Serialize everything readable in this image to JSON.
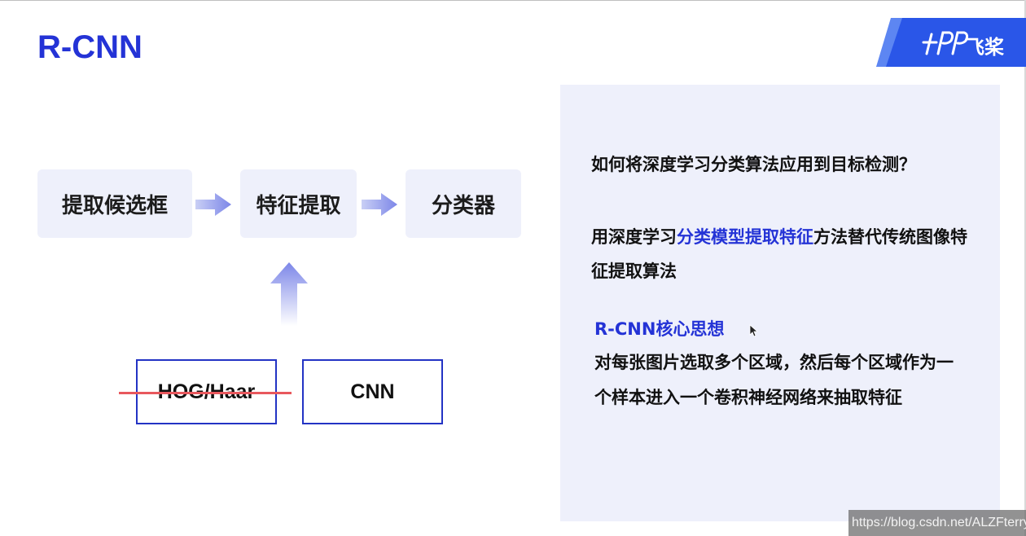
{
  "slide": {
    "title": "R-CNN",
    "logo_text": "飞桨"
  },
  "flow": {
    "steps": [
      "提取候选框",
      "特征提取",
      "分类器"
    ]
  },
  "methods": {
    "old": "HOG/Haar",
    "new": "CNN"
  },
  "panel": {
    "question": "如何将深度学习分类算法应用到目标检测？",
    "answer_prefix": "用深度学习",
    "answer_highlight": "分类模型提取特征",
    "answer_suffix": "方法替代传统图像特征提取算法",
    "core_title": "R-CNN核心思想",
    "core_body": "对每张图片选取多个区域，然后每个区域作为一个样本进入一个卷积神经网络来抽取特征"
  },
  "watermark": "https://blog.csdn.net/ALZFterry",
  "colors": {
    "accent": "#2433d6",
    "panel_bg": "#eef0fb",
    "strike": "#e8585d"
  }
}
